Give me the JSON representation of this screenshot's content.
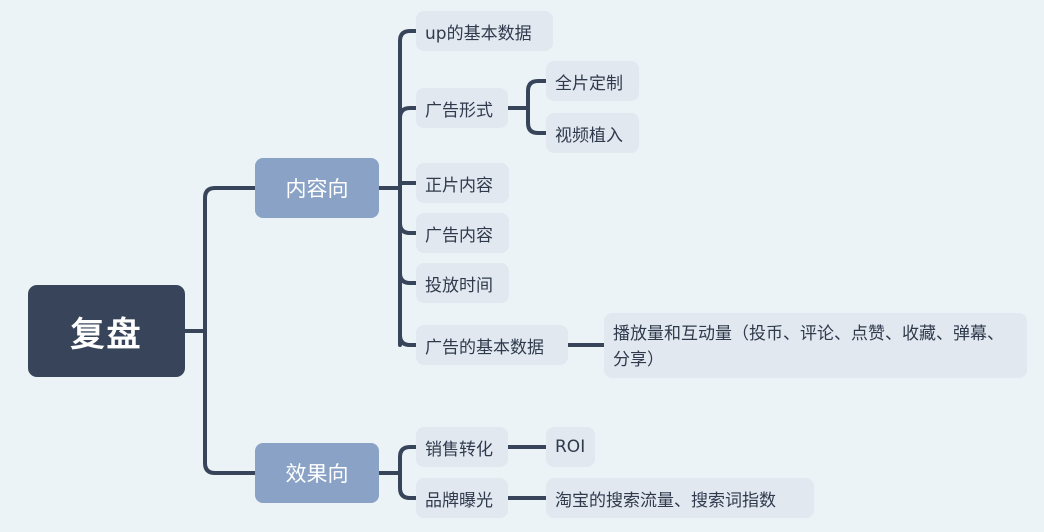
{
  "root": {
    "label": "复盘"
  },
  "branches": [
    {
      "label": "内容向",
      "children": [
        {
          "label": "up的基本数据"
        },
        {
          "label": "广告形式",
          "children": [
            {
              "label": "全片定制"
            },
            {
              "label": "视频植入"
            }
          ]
        },
        {
          "label": "正片内容"
        },
        {
          "label": "广告内容"
        },
        {
          "label": "投放时间"
        },
        {
          "label": "广告的基本数据",
          "children": [
            {
              "label": "播放量和互动量（投币、评论、点赞、收藏、弹幕、分享）"
            }
          ]
        }
      ]
    },
    {
      "label": "效果向",
      "children": [
        {
          "label": "销售转化",
          "children": [
            {
              "label": "ROI"
            }
          ]
        },
        {
          "label": "品牌曝光",
          "children": [
            {
              "label": "淘宝的搜索流量、搜索词指数"
            }
          ]
        }
      ]
    }
  ],
  "colors": {
    "root": "#374459",
    "branch": "#89a2c5",
    "leaf": "#e2e8f0",
    "line": "#374459",
    "background": "#ecf3f7"
  }
}
